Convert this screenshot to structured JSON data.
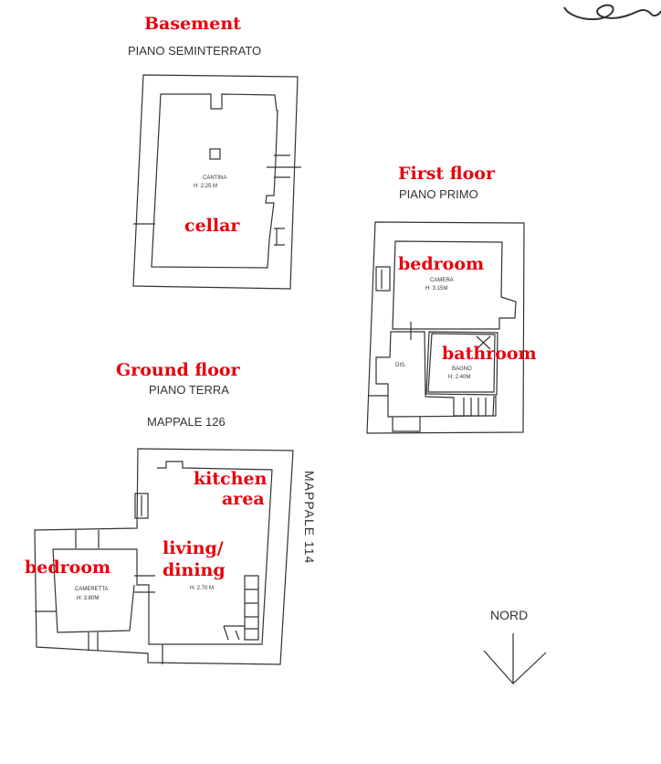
{
  "basement": {
    "label": "Basement",
    "title": "PIANO SEMINTERRATO",
    "room": {
      "name": "CANTINA",
      "height": "H: 2.25 M",
      "label": "cellar"
    }
  },
  "first_floor": {
    "label": "First floor",
    "title": "PIANO PRIMO",
    "rooms": [
      {
        "name": "CAMERA",
        "height": "H: 3.15M",
        "label": "bedroom"
      },
      {
        "name": "BAGNO",
        "height": "H: 2.40M",
        "label": "bathroom"
      },
      {
        "name": "DIS."
      }
    ]
  },
  "ground_floor": {
    "label": "Ground floor",
    "title": "PIANO TERRA",
    "parcel_north": "MAPPALE 126",
    "parcel_east": "MAPPALE 114",
    "rooms": [
      {
        "name": "CAMERETTA",
        "height": "H: 3.80M",
        "label": "bedroom"
      },
      {
        "height": "H: 2.70 M",
        "label_line1": "living/",
        "label_line2": "dining"
      },
      {
        "label_line1": "kitchen",
        "label_line2": "area"
      }
    ]
  },
  "north": {
    "label": "NORD"
  },
  "colors": {
    "annotation": "#e8000b",
    "lines": "#333333"
  }
}
